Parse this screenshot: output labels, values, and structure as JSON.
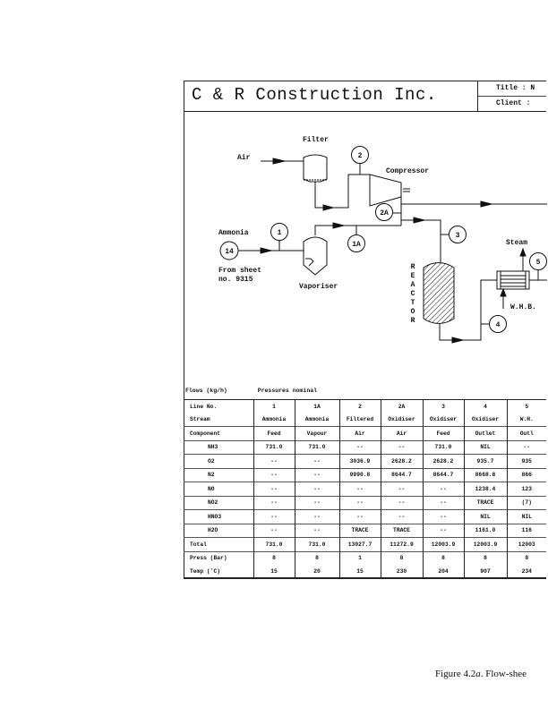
{
  "header": {
    "company": "C & R Construction Inc.",
    "title_label": "Title : N",
    "client_label": "Client :"
  },
  "diagram": {
    "filter": "Filter",
    "air": "Air",
    "compressor": "Compressor",
    "ammonia": "Ammonia",
    "from_sheet_1": "From sheet",
    "from_sheet_2": "no. 9315",
    "vaporiser": "Vaporiser",
    "reactor": [
      "R",
      "E",
      "A",
      "C",
      "T",
      "O",
      "R"
    ],
    "steam": "Steam",
    "whb": "W.H.B.",
    "stream_tags": {
      "s1": "1",
      "s1a": "1A",
      "s2": "2",
      "s2a": "2A",
      "s3": "3",
      "s4": "4",
      "s5": "5",
      "s14": "14"
    }
  },
  "table": {
    "flows_label": "Flows (kg/h)",
    "pressures_label": "Pressures nominal",
    "header_rows": [
      [
        "Line No.",
        "1",
        "1A",
        "2",
        "2A",
        "3",
        "4",
        "5"
      ],
      [
        "Stream",
        "Ammonia",
        "Ammonia",
        "Filtered",
        "Oxidiser",
        "Oxidiser",
        "Oxidiser",
        "W.H."
      ],
      [
        "Component",
        "Feed",
        "Vapour",
        "Air",
        "Air",
        "Feed",
        "Outlet",
        "Outl"
      ]
    ],
    "component_rows": [
      [
        "NH3",
        "731.0",
        "731.0",
        "--",
        "--",
        "731.0",
        "NIL",
        "--"
      ],
      [
        "O2",
        "--",
        "--",
        "3036.9",
        "2628.2",
        "2628.2",
        "935.7",
        "935"
      ],
      [
        "N2",
        "--",
        "--",
        "9990.8",
        "8644.7",
        "8644.7",
        "8668.8",
        "866"
      ],
      [
        "NO",
        "--",
        "--",
        "--",
        "--",
        "--",
        "1238.4",
        "123"
      ],
      [
        "NO2",
        "--",
        "--",
        "--",
        "--",
        "--",
        "TRACE",
        "(7)"
      ],
      [
        "HNO3",
        "--",
        "--",
        "--",
        "--",
        "--",
        "NIL",
        "NIL"
      ],
      [
        "H2O",
        "--",
        "--",
        "TRACE",
        "TRACE",
        "--",
        "1161.0",
        "116"
      ]
    ],
    "total_row": [
      "Total",
      "731.0",
      "731.0",
      "13027.7",
      "11272.9",
      "12003.9",
      "12003.9",
      "12003"
    ],
    "press_row": [
      "Press (Bar)",
      "8",
      "8",
      "1",
      "8",
      "8",
      "8",
      "8"
    ],
    "temp_row": [
      "Temp (˚C)",
      "15",
      "20",
      "15",
      "230",
      "204",
      "907",
      "234"
    ]
  },
  "caption": {
    "prefix": "Figure 4.2",
    "italic": "a",
    "suffix": ".   Flow-shee"
  }
}
